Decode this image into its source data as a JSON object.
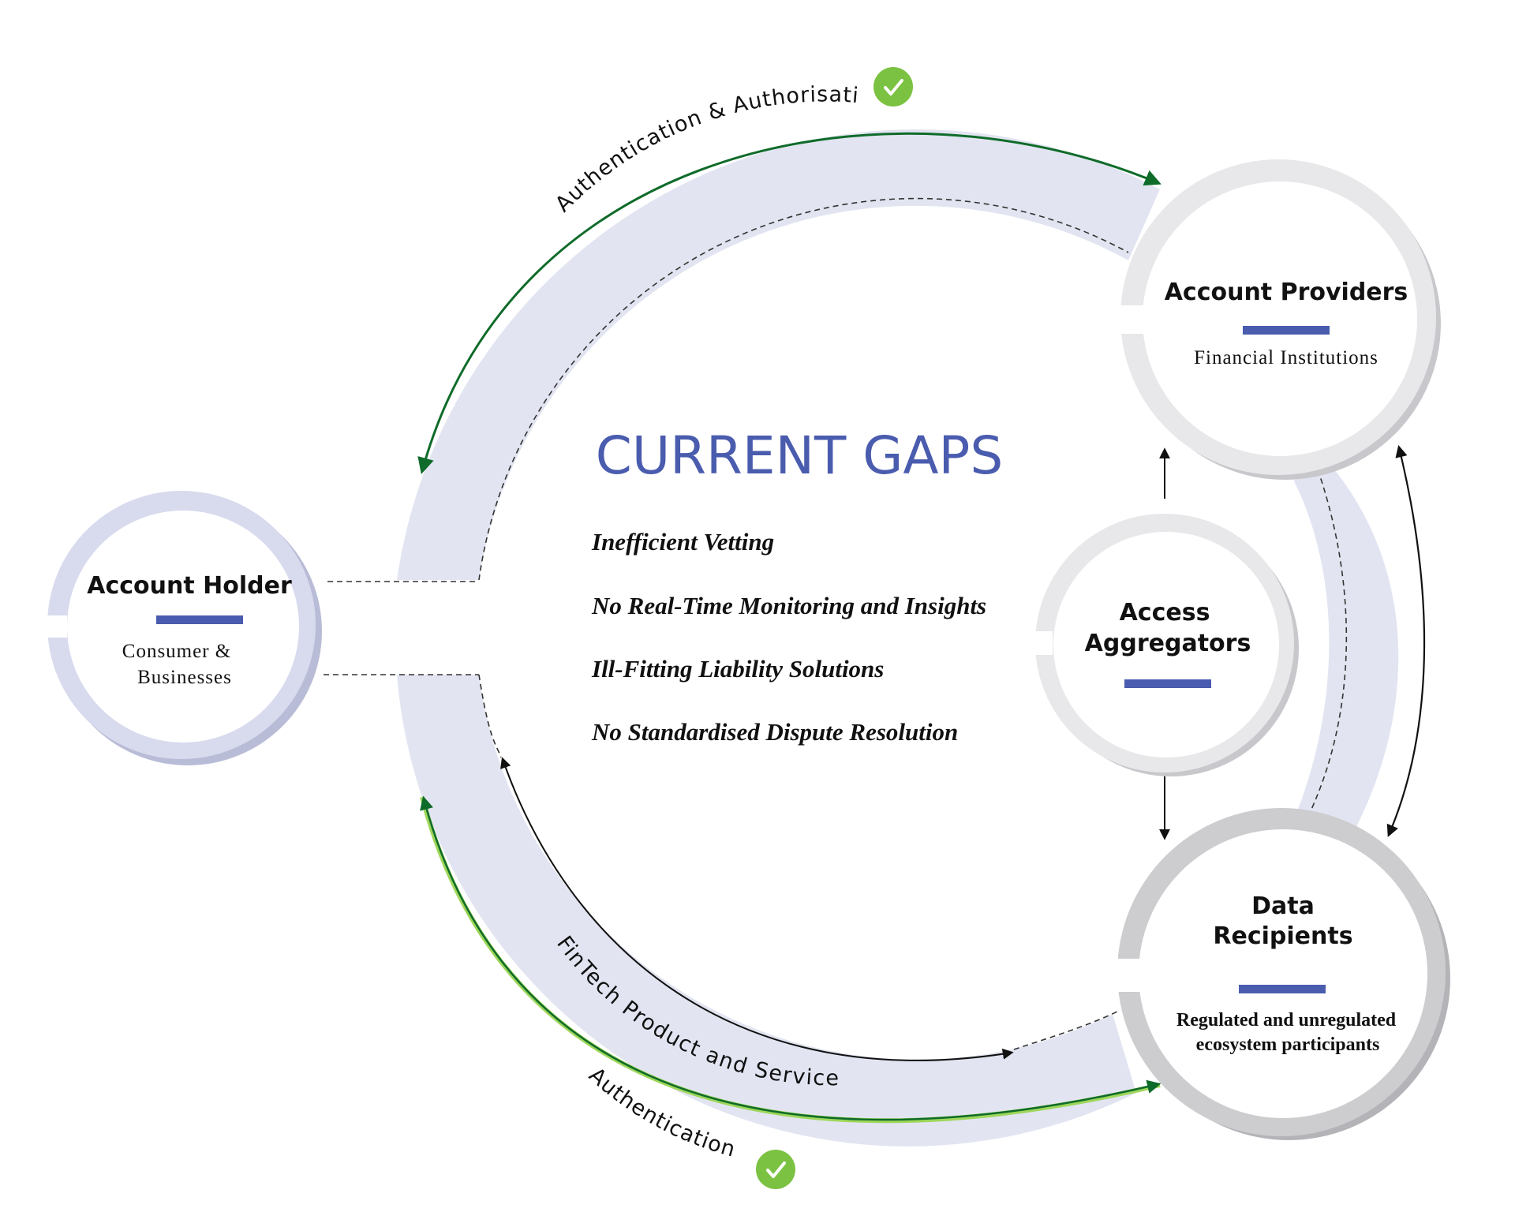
{
  "colors": {
    "band": "#e2e5f1",
    "accent_blue": "#4a5cae",
    "title_blue": "#4a5cae",
    "green_arrow": "#0f6b2a",
    "green_check": "#7cc242",
    "ring_light": "#e8e8ea",
    "ring_shadow": "#c8c8cc",
    "holder_ring": "#d8daee",
    "holder_shadow": "#b9bcd6"
  },
  "title": "CURRENT GAPS",
  "gaps": [
    "Inefficient Vetting",
    "No Real-Time Monitoring and Insights",
    "Ill-Fitting Liability Solutions",
    "No Standardised Dispute Resolution"
  ],
  "nodes": {
    "account_holder": {
      "title": "Account Holder",
      "subtitle_line1": "Consumer &",
      "subtitle_line2": "Businesses"
    },
    "account_providers": {
      "title": "Account Providers",
      "subtitle": "Financial Institutions"
    },
    "access_aggregators": {
      "title_line1": "Access",
      "title_line2": "Aggregators"
    },
    "data_recipients": {
      "title_line1": "Data",
      "title_line2": "Recipients",
      "subtitle_line1": "Regulated and unregulated",
      "subtitle_line2": "ecosystem participants"
    }
  },
  "flows": {
    "top": "Authentication & Authorisation",
    "bottom": "Authentication",
    "inner": "FinTech Product and Services"
  },
  "icons": {
    "check": "check-icon"
  }
}
